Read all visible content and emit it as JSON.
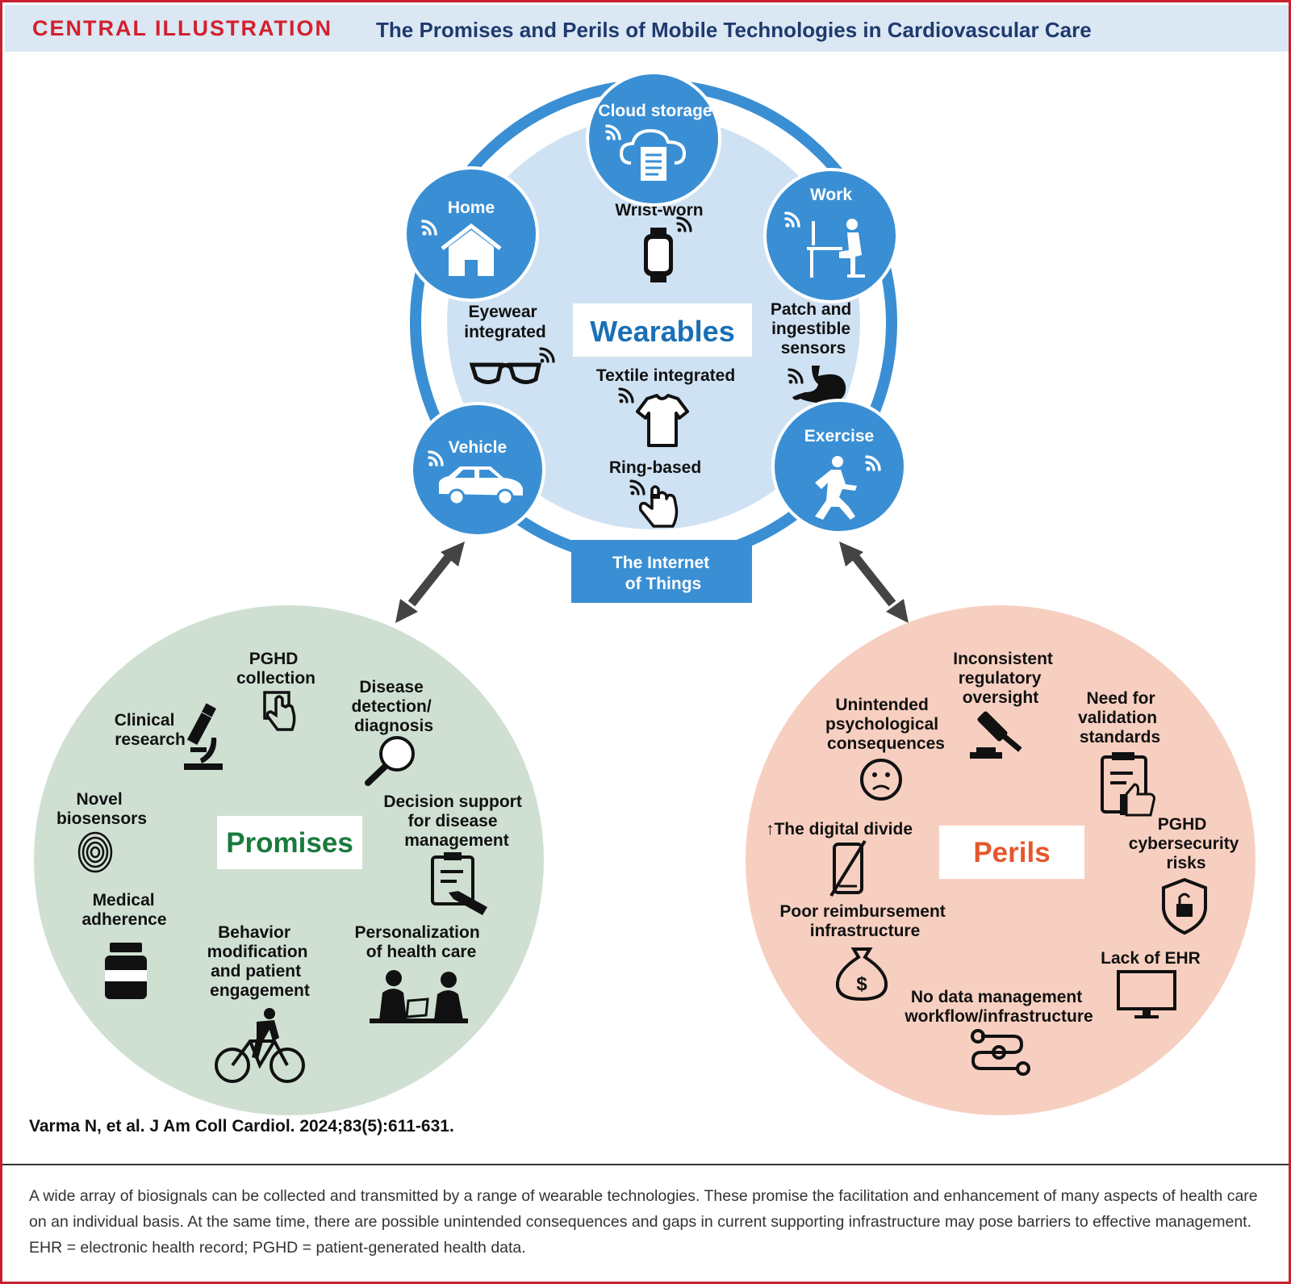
{
  "header": {
    "label": "CENTRAL ILLUSTRATION",
    "title": "The Promises and Perils of Mobile Technologies in Cardiovascular Care"
  },
  "wearables": {
    "title": "Wearables",
    "devices": {
      "wrist": "Wrist-worn",
      "eyewear": [
        "Eyewear",
        "integrated"
      ],
      "patch": [
        "Patch and",
        "ingestible",
        "sensors"
      ],
      "textile": "Textile integrated",
      "ring": "Ring-based"
    },
    "environments": {
      "cloud": "Cloud storage",
      "home": "Home",
      "work": "Work",
      "vehicle": "Vehicle",
      "exercise": "Exercise"
    },
    "iot": [
      "The Internet",
      "of Things"
    ]
  },
  "promises": {
    "title": "Promises",
    "items": {
      "pghd": [
        "PGHD",
        "collection"
      ],
      "clinical": [
        "Clinical",
        "research"
      ],
      "disease": [
        "Disease",
        "detection/",
        "diagnosis"
      ],
      "biosensors": [
        "Novel",
        "biosensors"
      ],
      "decision": [
        "Decision support",
        "for disease",
        "management"
      ],
      "adherence": [
        "Medical",
        "adherence"
      ],
      "behavior": [
        "Behavior",
        "modification",
        "and patient",
        "engagement"
      ],
      "personalization": [
        "Personalization",
        "of health care"
      ]
    }
  },
  "perils": {
    "title": "Perils",
    "items": {
      "regulatory": [
        "Inconsistent",
        "regulatory",
        "oversight"
      ],
      "psych": [
        "Unintended",
        "psychological",
        "consequences"
      ],
      "validation": [
        "Need for",
        "validation",
        "standards"
      ],
      "digital": "↑The digital divide",
      "cyber": [
        "PGHD",
        "cybersecurity",
        "risks"
      ],
      "reimb": [
        "Poor reimbursement",
        "infrastructure"
      ],
      "ehr": "Lack of EHR",
      "datamgmt": [
        "No data management",
        "workflow/infrastructure"
      ]
    }
  },
  "citation": "Varma N, et al. J Am Coll Cardiol. 2024;83(5):611-631.",
  "caption": "A wide array of biosignals can be collected and transmitted by a range of wearable technologies. These promise the facilitation and enhancement of many aspects of health care on an individual basis. At the same time, there are possible unintended consequences and gaps in current supporting infrastructure may pose barriers to effective management. EHR = electronic health record; PGHD = patient-generated health data.",
  "colors": {
    "accent_red": "#d3202f",
    "navy": "#1e3a6e",
    "blue": "#3a8fd4",
    "light_blue": "#cfe2f3",
    "promises_bg": "#cfe0d3",
    "promises_green": "#1a7a3e",
    "perils_bg": "#f7cfc0",
    "perils_red": "#e4572e"
  }
}
